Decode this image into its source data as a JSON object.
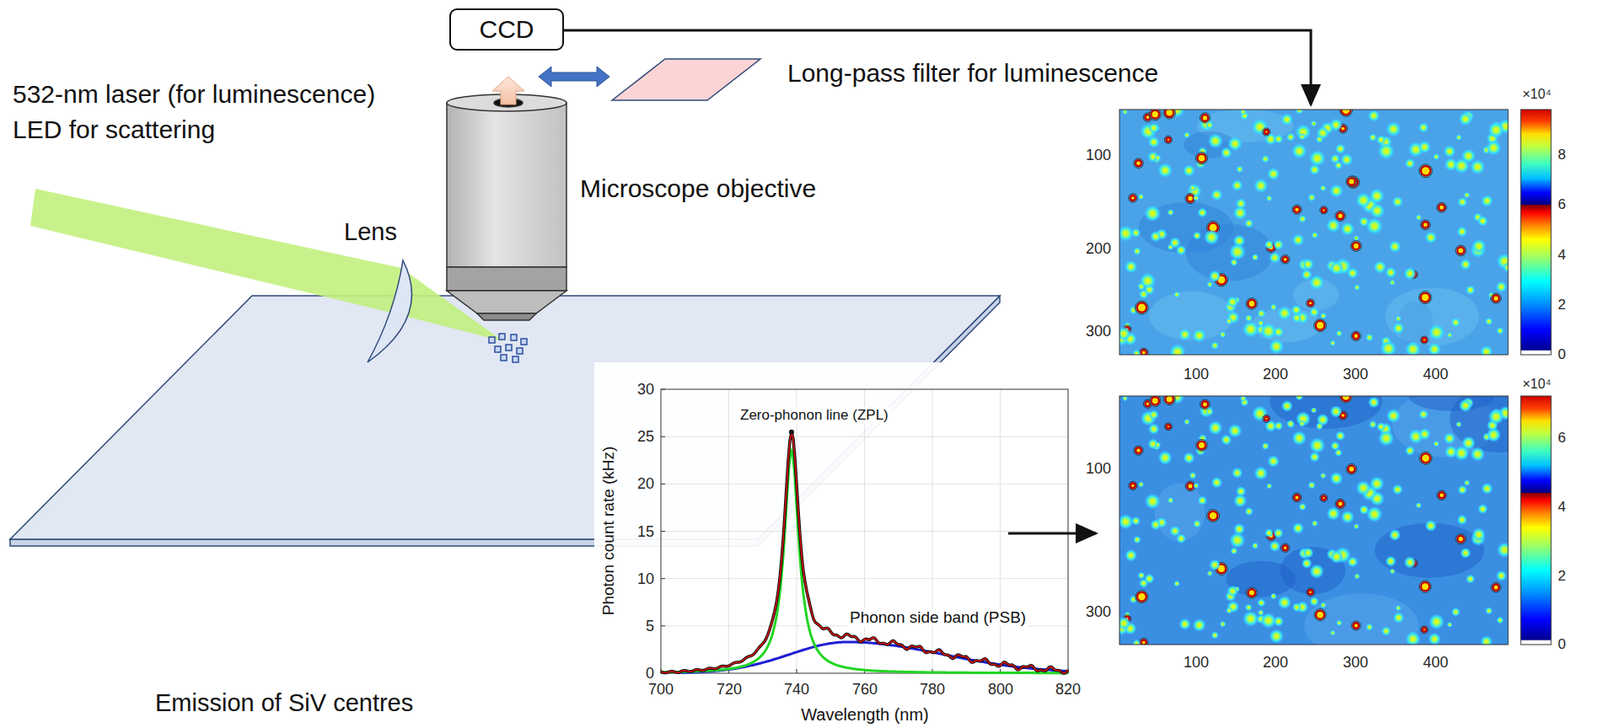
{
  "diagram": {
    "nodes": [
      {
        "text": [
          "CCD"
        ]
      }
    ],
    "labels": [
      "532-nm laser (for luminescence)",
      "LED for scattering",
      "Lens",
      "Microscope objective",
      "Long-pass filter for luminescence",
      "Zero-phonon line (ZPL)",
      "Phonon side band (PSB)",
      "Photon count rate (kHz)",
      "Wavelength (nm)",
      "0",
      "5",
      "10",
      "15",
      "20",
      "25",
      "30",
      "700",
      "720",
      "740",
      "760",
      "780",
      "800",
      "820",
      "100",
      "200",
      "300",
      "100",
      "200",
      "300",
      "400",
      "0",
      "2",
      "4",
      "6",
      "8",
      "×10⁴",
      "100",
      "300",
      "100",
      "200",
      "300",
      "400",
      "0",
      "2",
      "4",
      "6",
      "×10⁴",
      "Emission of SiV centres"
    ]
  }
}
